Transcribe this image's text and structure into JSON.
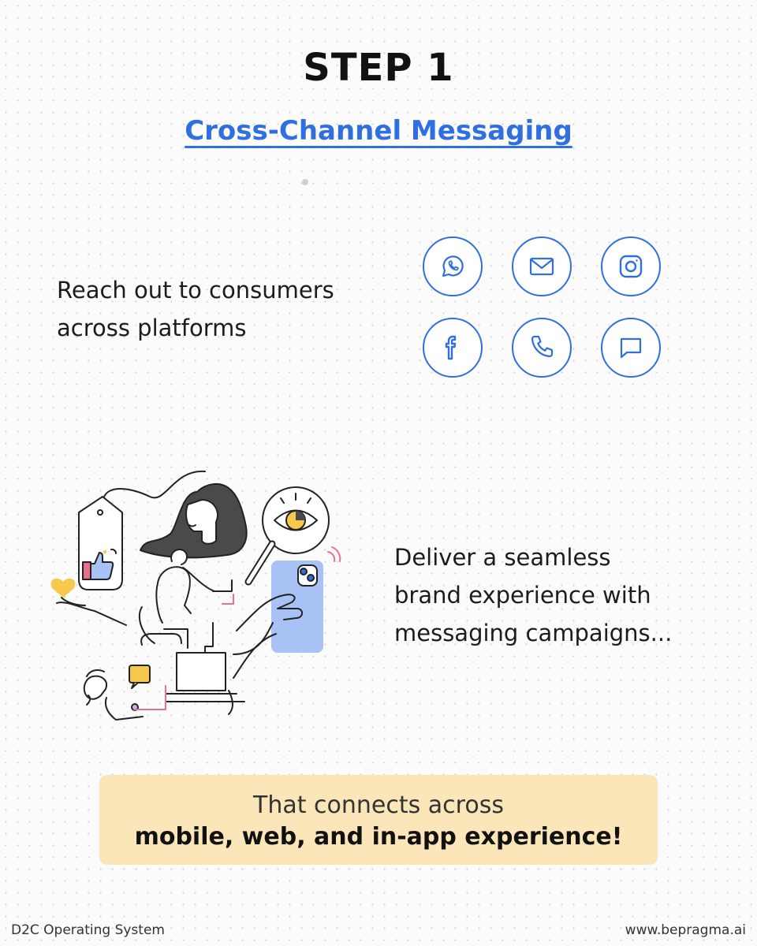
{
  "header": {
    "step": "STEP 1",
    "subtitle": "Cross-Channel Messaging"
  },
  "reach": {
    "line1": "Reach out to consumers",
    "line2": "across platforms"
  },
  "channels": [
    {
      "icon": "whatsapp-icon"
    },
    {
      "icon": "mail-icon"
    },
    {
      "icon": "instagram-icon"
    },
    {
      "icon": "facebook-icon"
    },
    {
      "icon": "phone-icon"
    },
    {
      "icon": "chat-bubble-icon"
    }
  ],
  "deliver": {
    "line1": "Deliver a seamless",
    "line2": "brand experience with",
    "line3": "messaging campaigns..."
  },
  "callout": {
    "line1": "That connects across",
    "line2": "mobile, web, and in-app experience!"
  },
  "footer": {
    "left": "D2C Operating System",
    "right": "www.bepragma.ai"
  },
  "colors": {
    "accent": "#2f6fe0",
    "callout_bg": "#fbe6b9",
    "phone_blue": "#a9c2f5",
    "yellow": "#f6c84c",
    "pink": "#e8708a"
  }
}
